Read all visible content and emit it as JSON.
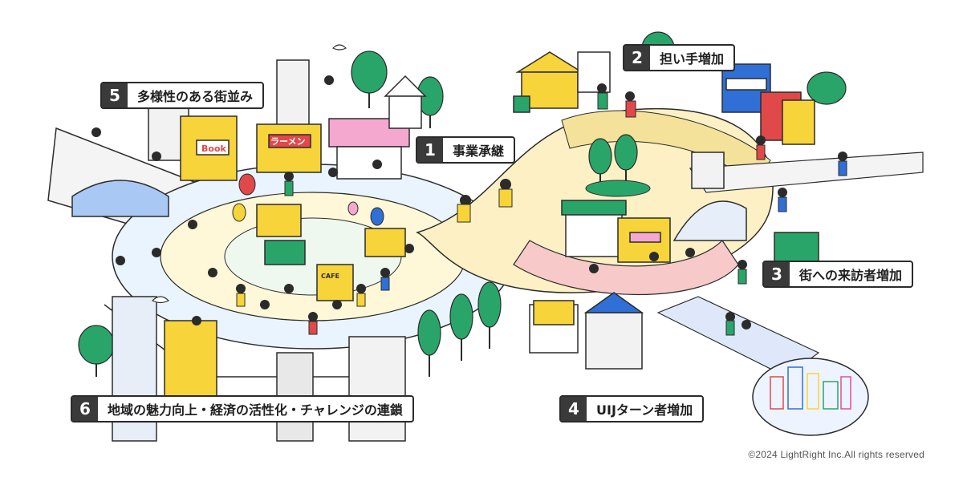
{
  "labels": [
    {
      "number": "1",
      "text": "事業承継"
    },
    {
      "number": "2",
      "text": "担い手増加"
    },
    {
      "number": "3",
      "text": "街への来訪者増加"
    },
    {
      "number": "4",
      "text": "UIJターン者増加"
    },
    {
      "number": "5",
      "text": "多様性のある街並み"
    },
    {
      "number": "6",
      "text": "地域の魅力向上・経済の活性化・チャレンジの連鎖"
    }
  ],
  "signs": {
    "book": "Book",
    "ramen": "ラーメン",
    "cafe": "CAFE"
  },
  "copyright": "©2024 LightRight Inc.All rights reserved",
  "colors": {
    "label_badge": "#3a3a3a",
    "label_border": "#2b2b2b",
    "yellow": "#f7d43a",
    "green": "#2aa56a",
    "blue": "#2f6fd6",
    "red": "#e0484a",
    "pink_road": "#f6c8c8",
    "lavender_road": "#c9d3f0",
    "cream_road": "#fbeec0",
    "mint_road": "#cfeedd"
  }
}
